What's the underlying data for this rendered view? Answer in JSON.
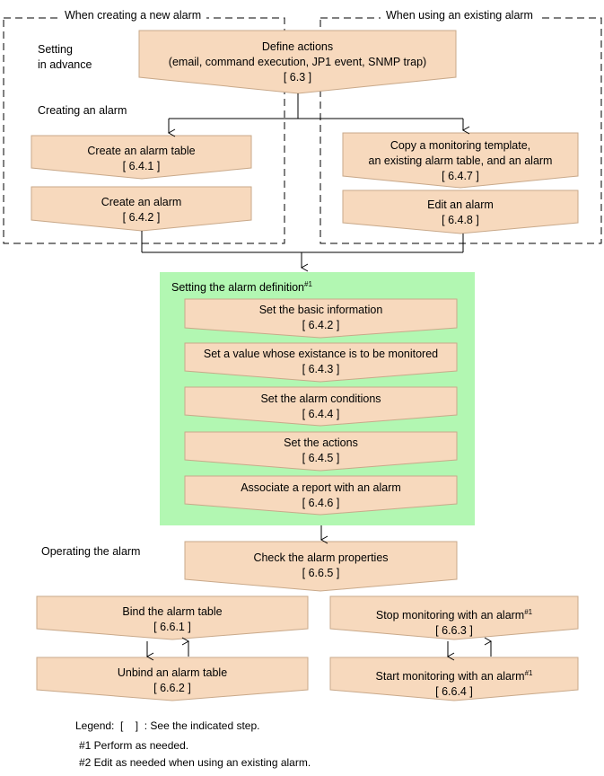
{
  "headers": {
    "new_alarm": "When creating a new alarm",
    "existing_alarm": "When using an existing alarm"
  },
  "labels": {
    "setting_in_advance_1": "Setting",
    "setting_in_advance_2": "in advance",
    "creating_alarm": "Creating an alarm",
    "alarm_definition": "Setting the alarm definition",
    "alarm_definition_note": "#1",
    "operating_alarm": "Operating the alarm"
  },
  "steps": {
    "define_actions": {
      "line1": "Define actions",
      "line2": "(email, command execution, JP1 event, SNMP trap)",
      "ref": "[ 6.3 ]"
    },
    "create_table": {
      "line1": "Create an alarm table",
      "ref": "[ 6.4.1 ]"
    },
    "create_alarm": {
      "line1": "Create an alarm",
      "ref": "[ 6.4.2 ]"
    },
    "copy_template": {
      "line1": "Copy a monitoring template,",
      "line2": "an existing alarm table, and an alarm",
      "ref": "[ 6.4.7 ]"
    },
    "edit_alarm": {
      "line1": "Edit an alarm",
      "ref": "[ 6.4.8 ]"
    },
    "basic_info": {
      "line1": "Set the basic information",
      "ref": "[ 6.4.2 ]"
    },
    "set_value": {
      "line1": "Set a value whose existance is to be monitored",
      "ref": "[ 6.4.3 ]"
    },
    "conditions": {
      "line1": "Set the alarm conditions",
      "ref": "[ 6.4.4 ]"
    },
    "actions": {
      "line1": "Set the actions",
      "ref": "[ 6.4.5 ]"
    },
    "associate_report": {
      "line1": "Associate a report with an alarm",
      "ref": "[ 6.4.6 ]"
    },
    "check_properties": {
      "line1": "Check the alarm properties",
      "ref": "[ 6.6.5 ]"
    },
    "bind_table": {
      "line1": "Bind the alarm table",
      "ref": "[ 6.6.1 ]"
    },
    "unbind_table": {
      "line1": "Unbind an alarm table",
      "ref": "[ 6.6.2 ]"
    },
    "stop_monitoring": {
      "line1": "Stop monitoring with an alarm",
      "note": "#1",
      "ref": "[ 6.6.3 ]"
    },
    "start_monitoring": {
      "line1": "Start monitoring with an alarm",
      "note": "#1",
      "ref": "[ 6.6.4 ]"
    }
  },
  "legend": {
    "line1": "Legend:  [    ]  : See the indicated step.",
    "line2": "#1  Perform as needed.",
    "line3": "#2  Edit as needed when using an existing alarm."
  },
  "colors": {
    "step_fill": "#f7d9bd",
    "step_stroke": "#c9a98a",
    "definition_panel": "#b2f7b2",
    "line": "#000000"
  }
}
